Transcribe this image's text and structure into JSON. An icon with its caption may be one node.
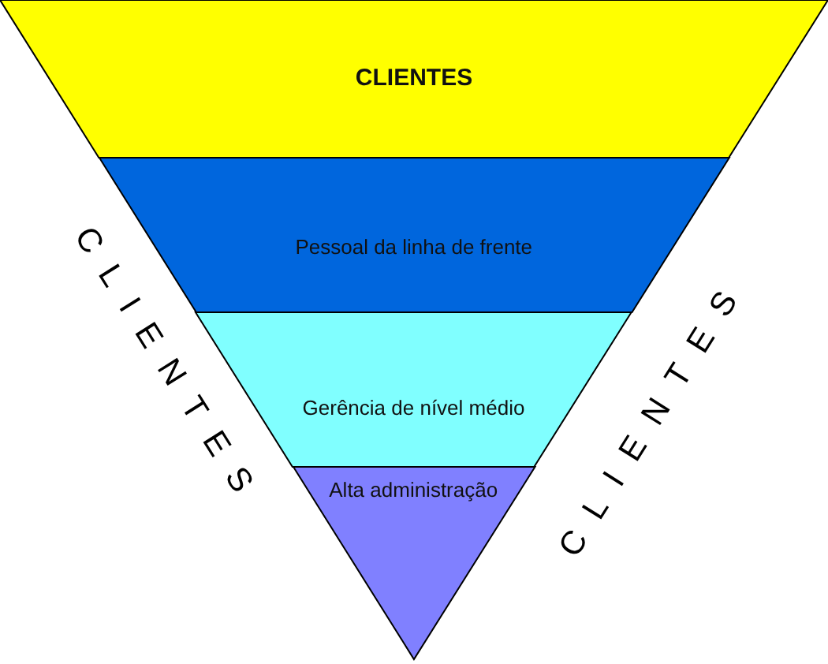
{
  "diagram": {
    "nodes": [
      {
        "text": [
          "CLIENTES"
        ]
      },
      {
        "text": [
          "Pessoal da linha de frente"
        ]
      },
      {
        "text": [
          "Gerência de nível médio"
        ]
      },
      {
        "text": [
          "Alta administração"
        ]
      }
    ],
    "labels": [
      "CLIENTES",
      "CLIENTES"
    ]
  }
}
